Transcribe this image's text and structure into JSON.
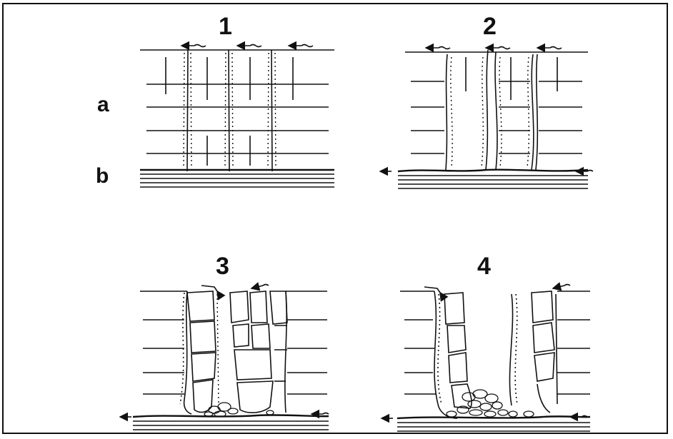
{
  "figure": {
    "panels": [
      {
        "number": "1"
      },
      {
        "number": "2"
      },
      {
        "number": "3"
      },
      {
        "number": "4"
      }
    ],
    "labels": {
      "a": "a",
      "b": "b"
    }
  }
}
